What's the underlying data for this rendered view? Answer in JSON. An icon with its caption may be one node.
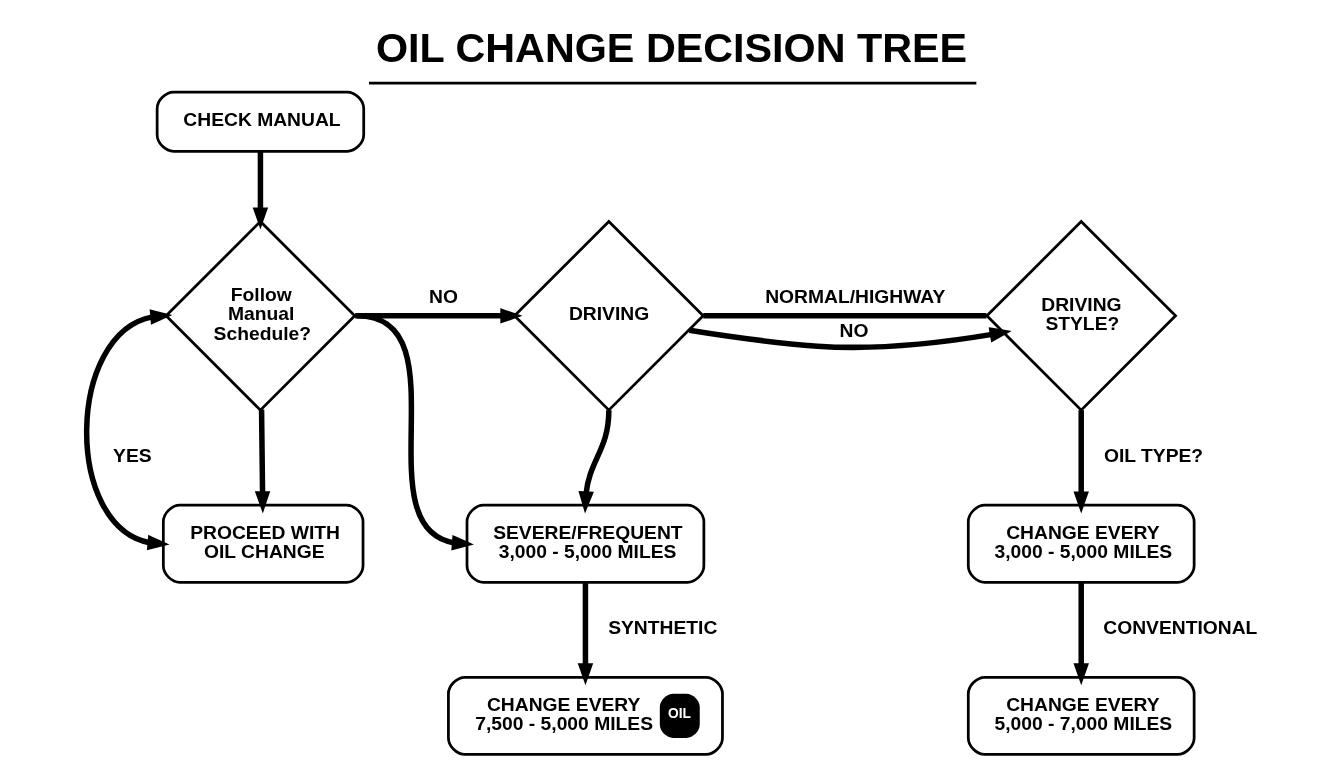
{
  "diagram": {
    "title": "OIL CHANGE DECISION TREE",
    "nodes": [
      {
        "text": [
          "CHECK MANUAL"
        ]
      },
      {
        "text": [
          "Follow Manual Schedule?"
        ]
      },
      {
        "text": [
          "PROCEED WITH OIL CHANGE"
        ]
      },
      {
        "text": [
          "DRIVING"
        ]
      },
      {
        "text": [
          "DRIVING STYLE?"
        ]
      },
      {
        "text": [
          "SEVERE/FREQUENT",
          "3,000 - 5,000 MILES"
        ]
      },
      {
        "text": [
          "CHANGE EVERY 3,000 - 5,000 MILES"
        ]
      },
      {
        "text": [
          "CHANGE EVERY 7,500 - 5,000 MILES",
          "OIL"
        ]
      },
      {
        "text": [
          "CHANGE EVERY 5,000 - 7,000 MILES"
        ]
      }
    ],
    "edges": [
      {
        "from": 0,
        "to": 1,
        "arrow": "to"
      },
      {
        "from": 1,
        "to": 2,
        "arrow": "to"
      },
      {
        "from": 1,
        "to": 2,
        "arrow": "both",
        "label": "YES"
      },
      {
        "from": 1,
        "to": 3,
        "arrow": "to",
        "label": "NO"
      },
      {
        "from": 1,
        "to": 5,
        "arrow": "to"
      },
      {
        "from": 3,
        "to": 4,
        "arrow": "to",
        "label": "NO"
      },
      {
        "from": 3,
        "to": 5,
        "arrow": "to"
      },
      {
        "from": 3,
        "to": 4,
        "arrow": "none",
        "label": "NORMAL/HIGHWAY"
      },
      {
        "from": 4,
        "to": 6,
        "arrow": "to",
        "label": "OIL TYPE?"
      },
      {
        "from": 5,
        "to": 7,
        "arrow": "to",
        "label": "SYNTHETIC"
      },
      {
        "from": 6,
        "to": 8,
        "arrow": "to",
        "label": "CONVENTIONAL"
      }
    ]
  }
}
